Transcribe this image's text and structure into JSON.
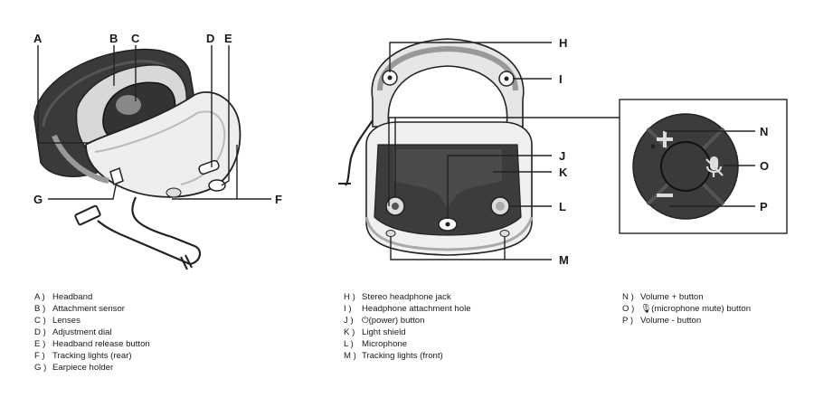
{
  "callouts": {
    "A": "A",
    "B": "B",
    "C": "C",
    "D": "D",
    "E": "E",
    "F": "F",
    "G": "G",
    "H": "H",
    "I": "I",
    "J": "J",
    "K": "K",
    "L": "L",
    "M": "M",
    "N": "N",
    "O": "O",
    "P": "P"
  },
  "legend": {
    "col1": [
      {
        "key": "A )",
        "text": "Headband"
      },
      {
        "key": "B )",
        "text": "Attachment sensor"
      },
      {
        "key": "C )",
        "text": "Lenses"
      },
      {
        "key": "D )",
        "text": "Adjustment dial"
      },
      {
        "key": "E )",
        "text": "Headband release button"
      },
      {
        "key": "F )",
        "text": "Tracking lights (rear)"
      },
      {
        "key": "G )",
        "text": "Earpiece holder"
      }
    ],
    "col2": [
      {
        "key": "H )",
        "text": "Stereo headphone jack"
      },
      {
        "key": "I )",
        "text": "Headphone attachment hole"
      },
      {
        "key": "J )",
        "text": "⏻(power) button"
      },
      {
        "key": "K )",
        "text": "Light shield"
      },
      {
        "key": "L )",
        "text": "Microphone"
      },
      {
        "key": "M )",
        "text": "Tracking lights (front)"
      }
    ],
    "col3": [
      {
        "key": "N )",
        "text": "Volume + button"
      },
      {
        "key": "O )",
        "text": "🎙(microphone mute) button"
      },
      {
        "key": "P )",
        "text": "Volume - button"
      }
    ]
  }
}
